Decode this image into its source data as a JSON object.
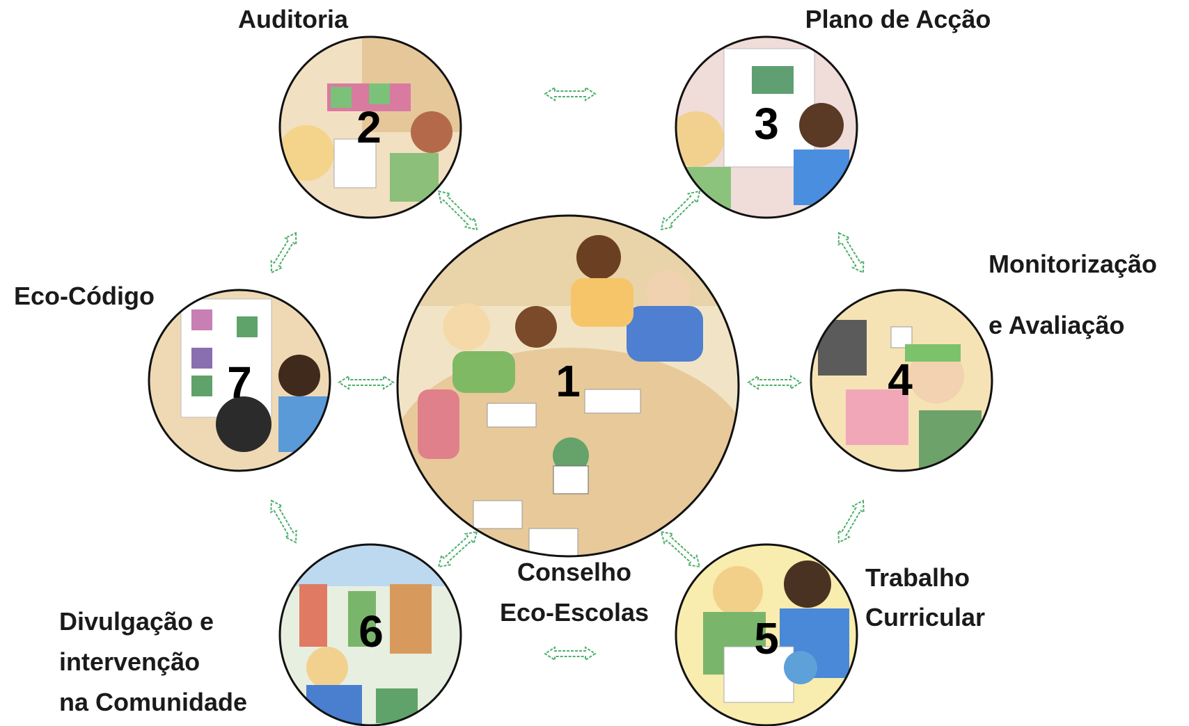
{
  "steps": [
    {
      "number": "1",
      "label_lines": [
        "Conselho",
        "Eco-Escolas"
      ]
    },
    {
      "number": "2",
      "label_lines": [
        "Auditoria"
      ]
    },
    {
      "number": "3",
      "label_lines": [
        "Plano de Acção"
      ]
    },
    {
      "number": "4",
      "label_lines": [
        "Monitorização",
        "e Avaliação"
      ]
    },
    {
      "number": "5",
      "label_lines": [
        "Trabalho",
        "Curricular"
      ]
    },
    {
      "number": "6",
      "label_lines": [
        "Divulgação e",
        "intervenção",
        "na Comunidade"
      ]
    },
    {
      "number": "7",
      "label_lines": [
        "Eco-Código"
      ]
    }
  ],
  "colors": {
    "arrow": "#4caf6a",
    "circle_border": "#111111",
    "illustration_bg": "#f3e6c8"
  }
}
